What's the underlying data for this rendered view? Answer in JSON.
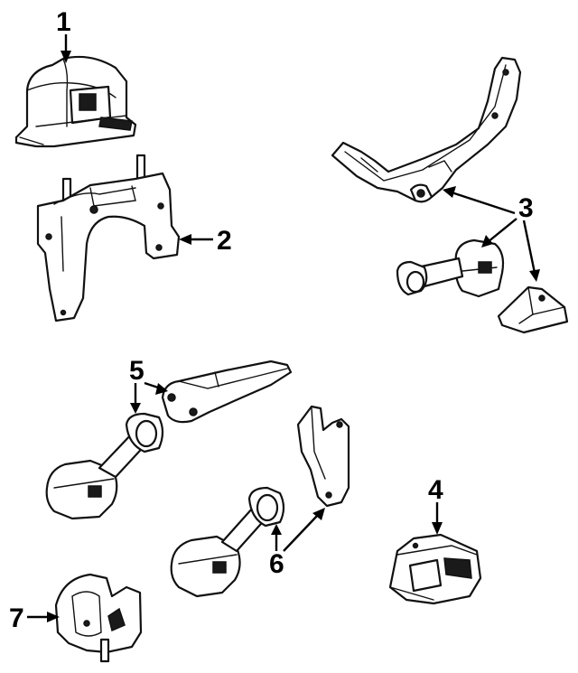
{
  "callouts": {
    "c1": "1",
    "c2": "2",
    "c3": "3",
    "c4": "4",
    "c5": "5",
    "c6": "6",
    "c7": "7"
  },
  "colors": {
    "ink": "#111111",
    "background": "#ffffff"
  }
}
